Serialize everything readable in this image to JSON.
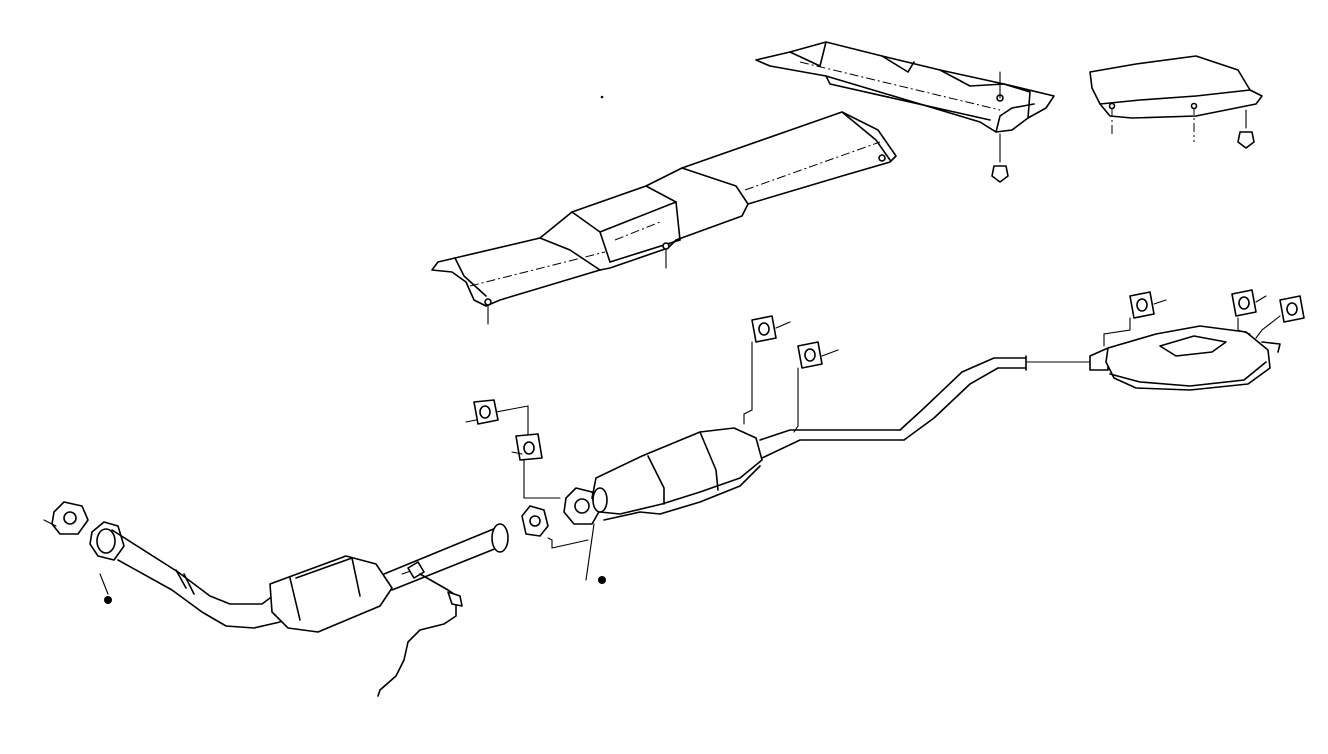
{
  "diagram": {
    "type": "exploded-parts-illustration",
    "subject": "exhaust-system",
    "colors": {
      "line": "#000000",
      "background": "#ffffff"
    },
    "parts": [
      {
        "id": "heat-shield-center",
        "icon": "heat-shield-long"
      },
      {
        "id": "heat-shield-rear-left",
        "icon": "heat-shield-bracket"
      },
      {
        "id": "heat-shield-rear-right",
        "icon": "heat-shield-curved"
      },
      {
        "id": "front-pipe-with-catalytic-converter",
        "icon": "catalytic-converter"
      },
      {
        "id": "oxygen-sensor",
        "icon": "sensor-with-wire"
      },
      {
        "id": "center-resonator-pipe",
        "icon": "resonator"
      },
      {
        "id": "tail-pipe-muffler",
        "icon": "muffler"
      },
      {
        "id": "exhaust-gaskets",
        "icon": "gasket",
        "count": 3
      },
      {
        "id": "rubber-hangers",
        "icon": "hanger",
        "count": 7
      },
      {
        "id": "nuts",
        "icon": "nut",
        "count": 3
      }
    ]
  }
}
